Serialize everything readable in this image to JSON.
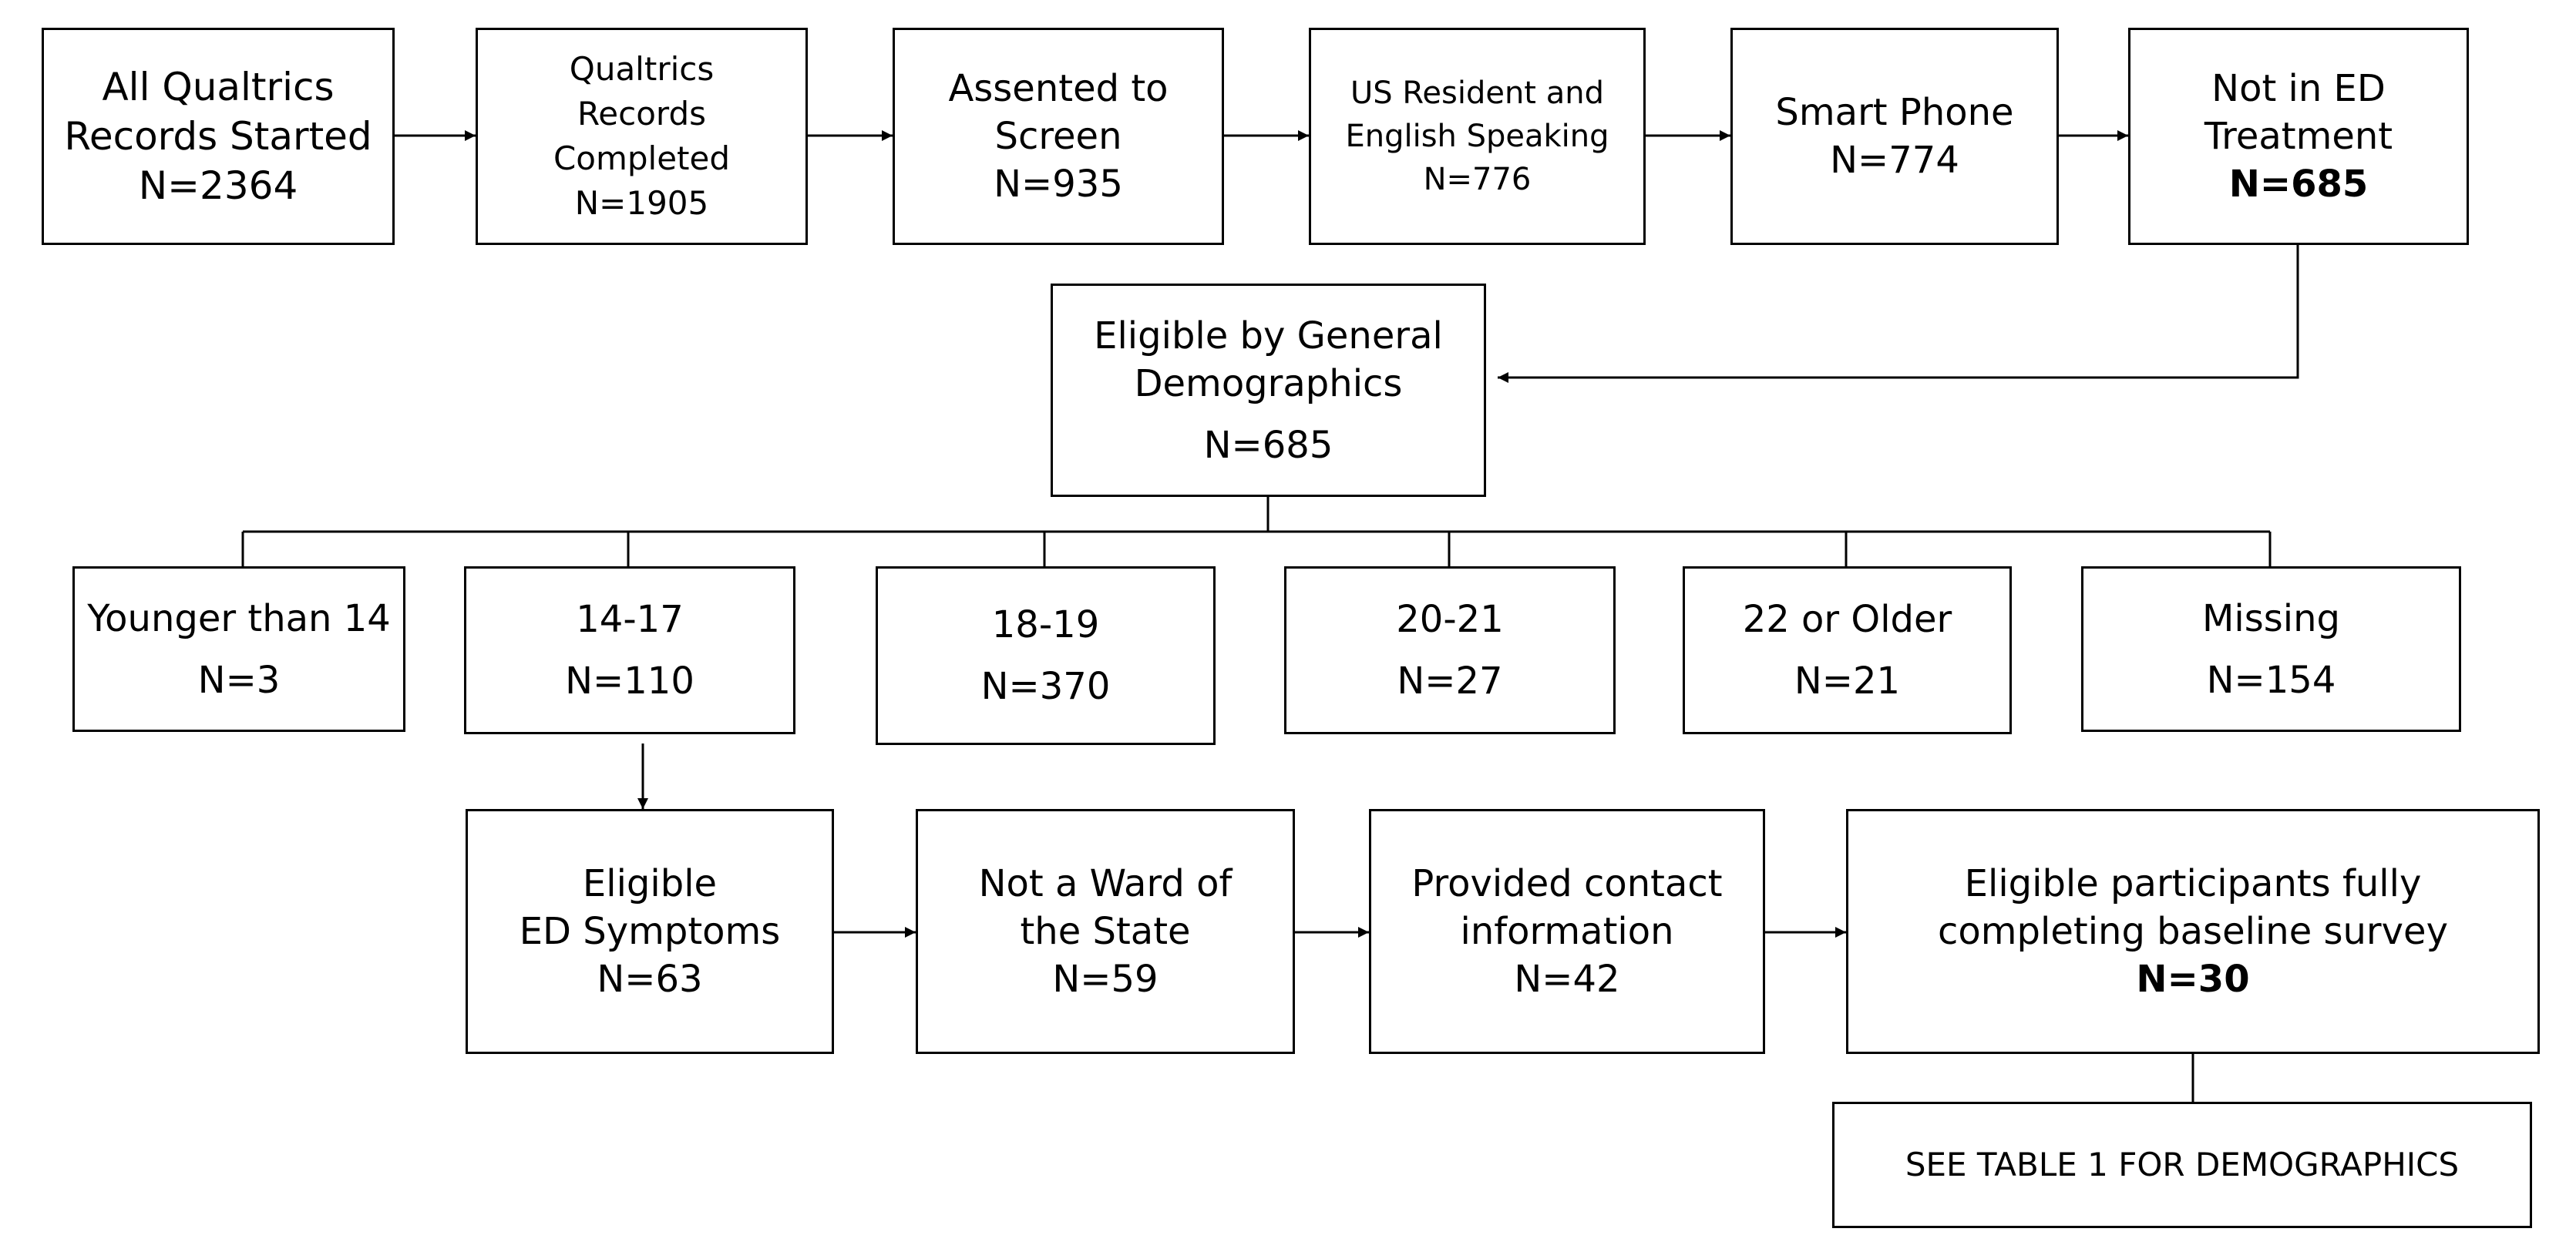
{
  "row1": [
    {
      "lines": [
        "All Qualtrics",
        "Records Started"
      ],
      "n": "N=2364"
    },
    {
      "lines": [
        "Qualtrics",
        "Records",
        "Completed"
      ],
      "n": "N=1905"
    },
    {
      "lines": [
        "Assented to",
        "Screen"
      ],
      "n": "N=935"
    },
    {
      "lines": [
        "US Resident and",
        "English Speaking"
      ],
      "n": "N=776"
    },
    {
      "lines": [
        "Smart Phone"
      ],
      "n": "N=774"
    },
    {
      "lines": [
        "Not in ED",
        "Treatment"
      ],
      "n": "N=685"
    }
  ],
  "general": {
    "lines": [
      "Eligible by General",
      "Demographics"
    ],
    "n": "N=685"
  },
  "ages": [
    {
      "label": "Younger than 14",
      "n": "N=3"
    },
    {
      "label": "14-17",
      "n": "N=110"
    },
    {
      "label": "18-19",
      "n": "N=370"
    },
    {
      "label": "20-21",
      "n": "N=27"
    },
    {
      "label": "22 or Older",
      "n": "N=21"
    },
    {
      "label": "Missing",
      "n": "N=154"
    }
  ],
  "row3": [
    {
      "lines": [
        "Eligible",
        "ED Symptoms"
      ],
      "n": "N=63"
    },
    {
      "lines": [
        "Not a Ward of",
        "the State"
      ],
      "n": "N=59"
    },
    {
      "lines": [
        "Provided contact",
        "information"
      ],
      "n": "N=42"
    },
    {
      "lines": [
        "Eligible participants fully",
        "completing baseline survey"
      ],
      "n": "N=30"
    }
  ],
  "note": "SEE TABLE 1 FOR DEMOGRAPHICS"
}
